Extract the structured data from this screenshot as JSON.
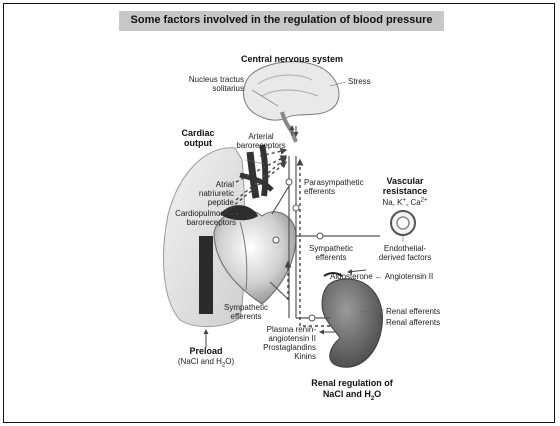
{
  "title": "Some factors involved in the regulation of blood pressure",
  "labels": {
    "cns": "Central nervous system",
    "nucleus_1": "Nucleus tractus",
    "nucleus_2": "solitarius",
    "stress": "Stress",
    "cardiac_1": "Cardiac",
    "cardiac_2": "output",
    "arterial_1": "Arterial",
    "arterial_2": "baroreceptors",
    "atrial_1": "Atrial",
    "atrial_2": "natriuretic",
    "atrial_3": "peptide",
    "cardio_1": "Cardiopulmonary",
    "cardio_2": "baroreceptors",
    "parasym_1": "Parasympathetic",
    "parasym_2": "efferents",
    "vascular_1": "Vascular",
    "vascular_2": "resistance",
    "ions_na": "Na, K",
    "ions_sup1": "+",
    "ions_ca": ", Ca",
    "ions_sup2": "2+",
    "sym_top_1": "Sympathetic",
    "sym_top_2": "efferents",
    "endo_1": "Endothelial-",
    "endo_2": "derived factors",
    "aldo": "Aldosterone ← Angiotensin II",
    "sym_bot_1": "Sympathetic",
    "sym_bot_2": "efferents",
    "renal_eff": "Renal efferents",
    "renal_aff": "Renal afferents",
    "preload": "Preload",
    "preload_sub_a": "(NaCl and H",
    "preload_sub_n": "2",
    "preload_sub_b": "O)",
    "plasma_1": "Plasma renin-",
    "plasma_2": "angiotensin II",
    "prosta": "Prostaglandins",
    "kinins": "Kinins",
    "renal_reg_1": "Renal regulation of",
    "renal_reg_2a": "NaCl and H",
    "renal_reg_2n": "2",
    "renal_reg_2b": "O"
  }
}
